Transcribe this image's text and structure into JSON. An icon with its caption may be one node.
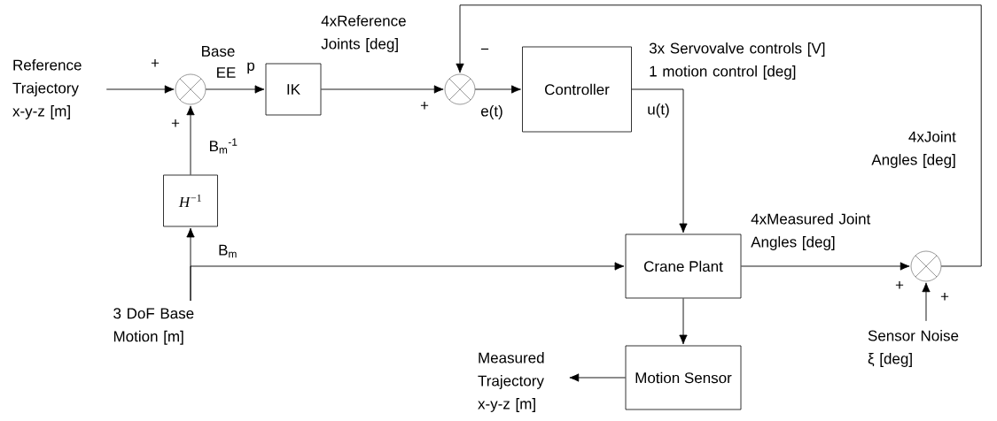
{
  "diagram": {
    "nodes": [
      {
        "text": [
          "Reference Trajectory x-y-z [m]"
        ]
      },
      {
        "text": [],
        "shape": "circle"
      },
      {
        "text": [
          "IK"
        ]
      },
      {
        "text": [],
        "shape": "circle"
      },
      {
        "text": [
          "Controller"
        ]
      },
      {
        "text": [
          "*H*$^{−1}$"
        ]
      },
      {
        "text": [
          "Crane Plant"
        ]
      },
      {
        "text": [],
        "shape": "circle"
      },
      {
        "text": [
          "3 DoF Base Motion [m]"
        ]
      },
      {
        "text": [
          "Motion Sensor"
        ]
      },
      {
        "text": [
          "Sensor Noise ξ [deg]"
        ]
      },
      {
        "text": [
          "Measured Trajectory x-y-z [m]"
        ]
      }
    ],
    "edges": [
      {
        "from": 0,
        "to": 1,
        "arrow": "to"
      },
      {
        "from": 1,
        "to": 2,
        "arrow": "to"
      },
      {
        "from": 2,
        "to": 3,
        "arrow": "to",
        "label": "4xReference Joints [deg]"
      },
      {
        "from": 3,
        "to": 4,
        "arrow": "to",
        "label": "e(t)"
      },
      {
        "from": 4,
        "to": 6,
        "arrow": "to",
        "label": "3x Servovalve controls [V] 1 motion control [deg]"
      },
      {
        "from": 6,
        "to": 7,
        "arrow": "to",
        "label": "4xMeasured Joint Angles [deg]"
      },
      {
        "from": 7,
        "to": 3,
        "arrow": "to",
        "label": "4xJoint Angles [deg]"
      },
      {
        "from": 6,
        "to": 9,
        "arrow": "to"
      },
      {
        "from": 9,
        "to": 11,
        "arrow": "to"
      },
      {
        "from": 10,
        "to": 7,
        "arrow": "to"
      },
      {
        "from": 8,
        "to": 5,
        "arrow": "to"
      },
      {
        "from": 8,
        "to": 6,
        "arrow": "to",
        "label": "B$_{m}$"
      },
      {
        "from": 5,
        "to": 1,
        "arrow": "to",
        "label": "B$_{m}$$^{-1}$"
      }
    ],
    "labels": [
      "+",
      "Base",
      "EE",
      "p",
      "+",
      "−",
      "+",
      "u(t)",
      "+",
      "+"
    ]
  }
}
